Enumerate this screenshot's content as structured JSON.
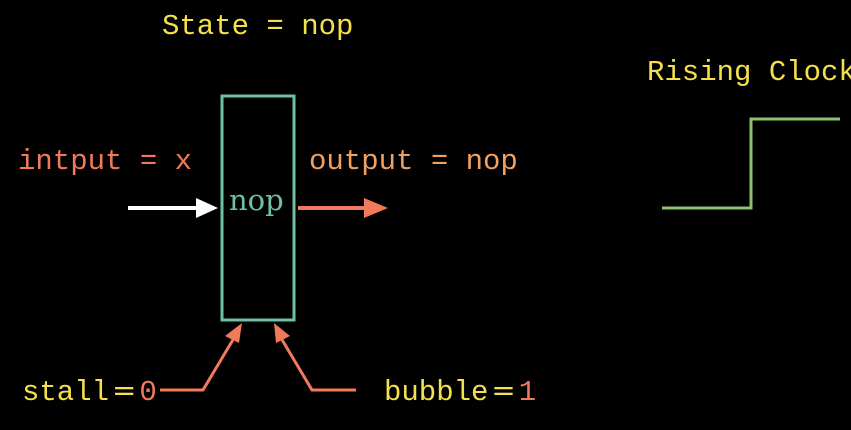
{
  "state_label": "State = nop",
  "clock_label": "Rising Clock",
  "input_label": "intput = x",
  "output_label": "output = nop",
  "register_value": "nop",
  "stall": {
    "name": "stall",
    "eq": "=",
    "value": "0"
  },
  "bubble": {
    "name": "bubble",
    "eq": "=",
    "value": "1"
  },
  "colors": {
    "yellow": "#f4e04a",
    "salmon": "#f07a5a",
    "orange": "#f0a060",
    "teal": "#6fbfa8",
    "green": "#8fbf70",
    "white": "#ffffff",
    "background": "#000000"
  }
}
